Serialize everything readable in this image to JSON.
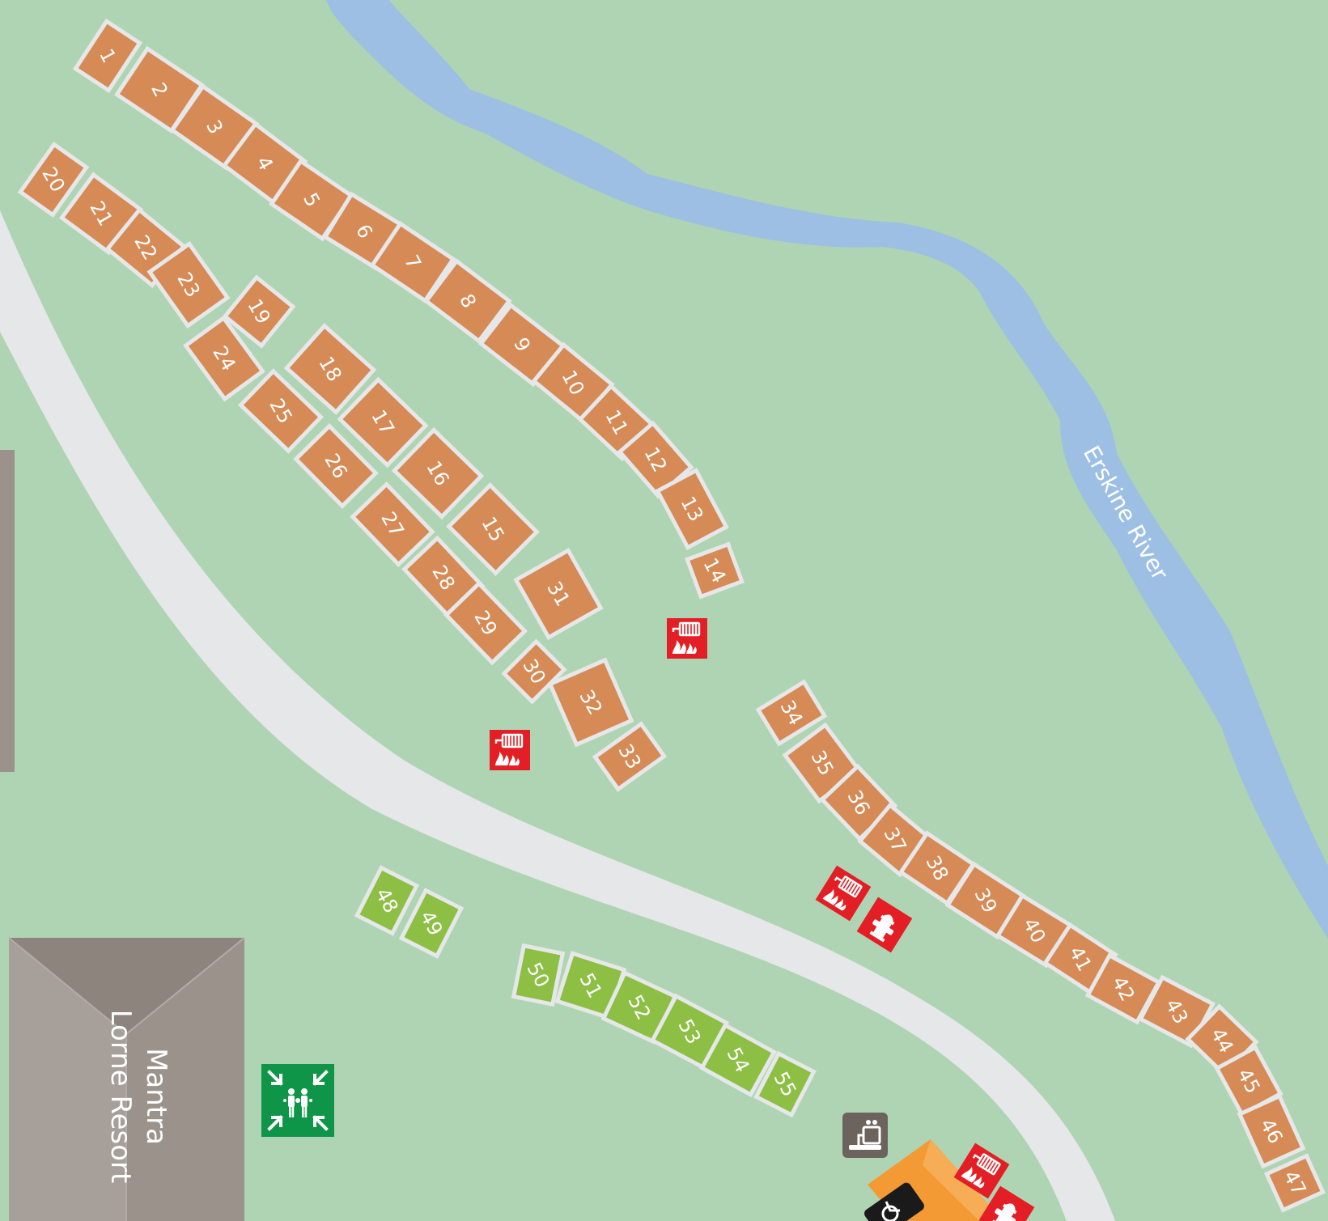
{
  "map": {
    "river_label": "Erskine River",
    "building": {
      "line1": "Mantra",
      "line2": "Lorne Resort"
    },
    "colors": {
      "grass": "#afd4b3",
      "river": "#9cbfe3",
      "road": "#e6e7e8",
      "outline": "#e6e7e8",
      "site_powered": "#d68a56",
      "site_tent": "#8cbf44",
      "building": "#9b928b",
      "fire_red": "#e31e24",
      "assembly_green": "#0e9547"
    },
    "sites": {
      "row_a": [
        "1",
        "2",
        "3",
        "4",
        "5",
        "6",
        "7",
        "8",
        "9",
        "10",
        "11",
        "12",
        "13",
        "14"
      ],
      "row_b": [
        "20",
        "21",
        "22",
        "23",
        "24",
        "25",
        "26",
        "27",
        "28",
        "29",
        "30"
      ],
      "row_c": [
        "19",
        "18",
        "17",
        "16",
        "15",
        "31",
        "32",
        "33"
      ],
      "row_d": [
        "34",
        "35",
        "36",
        "37",
        "38",
        "39",
        "40",
        "41",
        "42",
        "43",
        "44",
        "45",
        "46",
        "47"
      ],
      "row_e": [
        "48",
        "49"
      ],
      "row_f": [
        "50",
        "51",
        "52",
        "53",
        "54",
        "55"
      ]
    },
    "icons": {
      "fire_hose": "fire-hose-reel-icon",
      "hydrant": "fire-hydrant-icon",
      "assembly": "assembly-point-icon",
      "amenities": "amenities-icon",
      "accessible": "wheelchair-icon"
    }
  }
}
